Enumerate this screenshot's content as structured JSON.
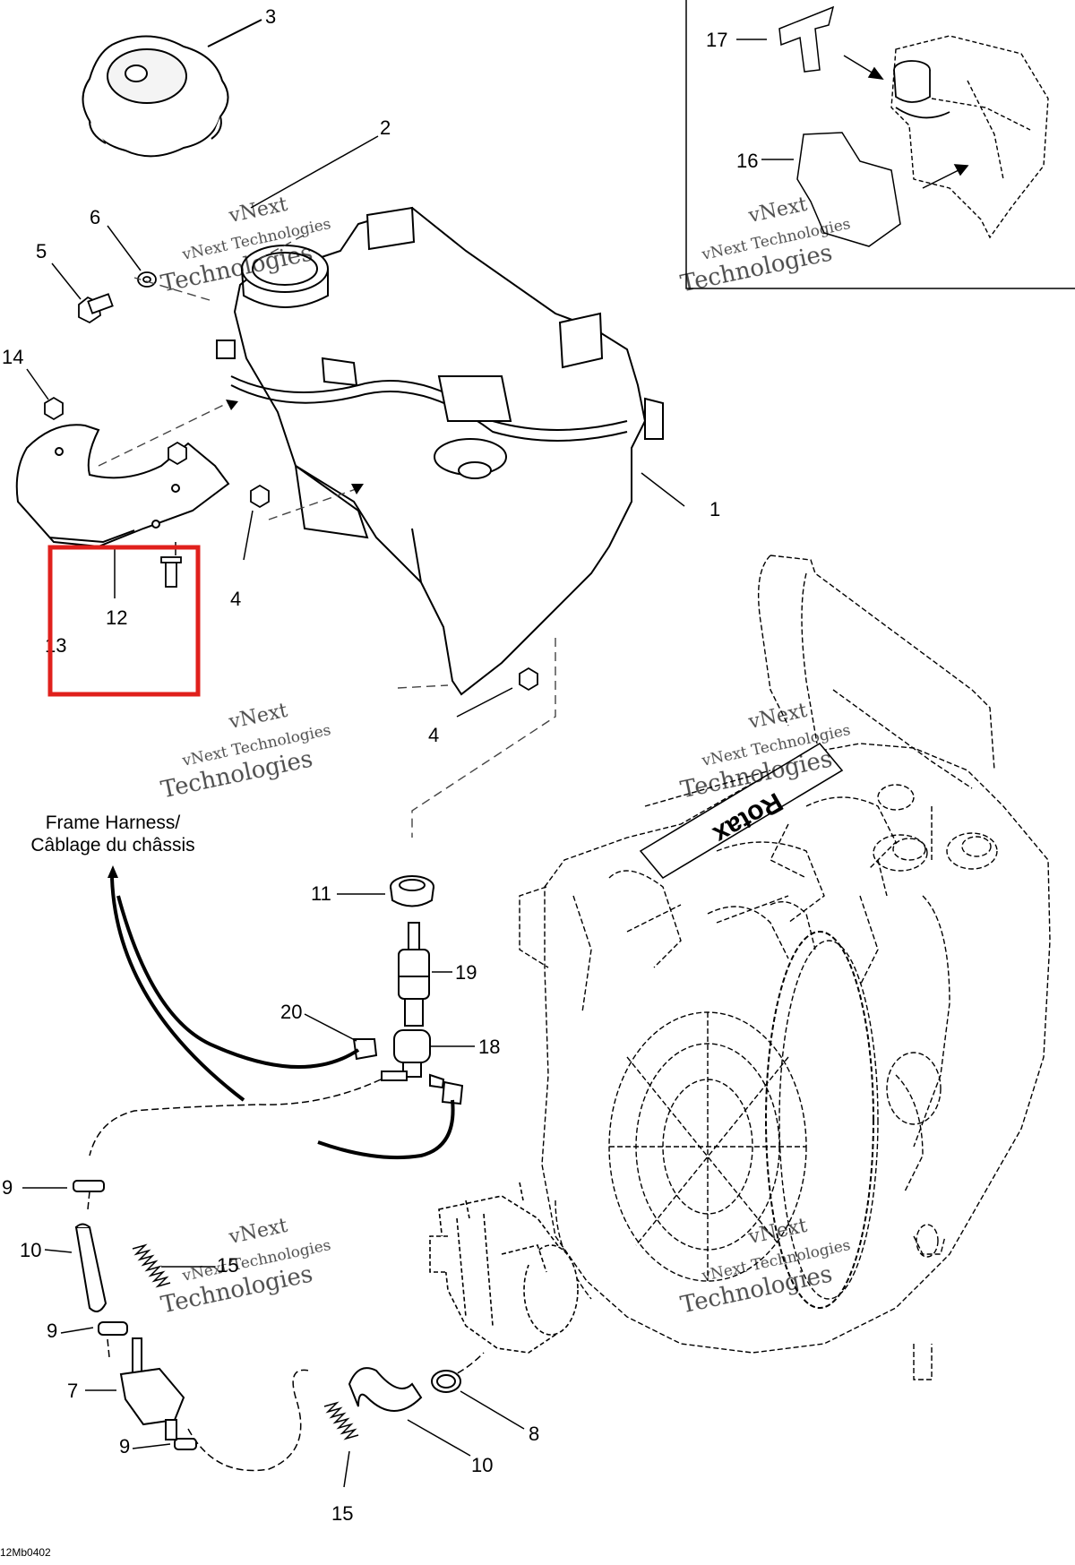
{
  "diagram": {
    "callouts": {
      "c1": "1",
      "c2": "2",
      "c3": "3",
      "c4a": "4",
      "c4b": "4",
      "c5": "5",
      "c6": "6",
      "c7": "7",
      "c8": "8",
      "c9a": "9",
      "c9b": "9",
      "c9c": "9",
      "c10a": "10",
      "c10b": "10",
      "c11": "11",
      "c12": "12",
      "c13": "13",
      "c14": "14",
      "c15a": "15",
      "c15b": "15",
      "c16": "16",
      "c17": "17",
      "c18": "18",
      "c19": "19",
      "c20": "20"
    },
    "harness_label_line1": "Frame Harness/",
    "harness_label_line2": "Câblage du châssis",
    "engine_brand": "Rotax",
    "drawing_code": "12Mb0402",
    "watermark_line1": "vNext",
    "watermark_line2": "vNext Technologies",
    "watermark_line3": "Technologies"
  },
  "highlight": {
    "color": "#e0201c"
  },
  "colors": {
    "line": "#000000",
    "dashed": "#555555",
    "background": "#ffffff"
  }
}
